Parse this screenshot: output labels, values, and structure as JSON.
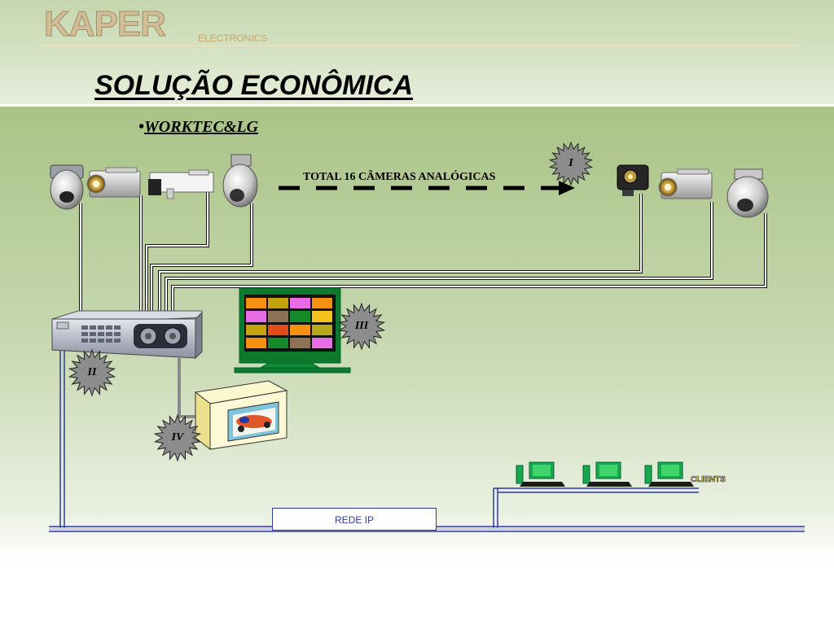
{
  "header": {
    "logo_text": "KAPER",
    "logo_sub": "ELECTRONICS"
  },
  "title": "SOLUÇÃO ECONÔMICA",
  "subtitle": {
    "bullet": "•",
    "text": "WORKTEC&LG"
  },
  "diagram": {
    "cameras_label": "TOTAL 16 CÂMERAS ANALÓGICAS",
    "badges": {
      "i": "I",
      "ii": "II",
      "iii": "III",
      "iv": "IV"
    },
    "network_label": "REDE IP",
    "clients_label": "CLIENTS"
  },
  "colors": {
    "network_blue": "#2d3c9c",
    "wire_light": "#ffffff",
    "wire_dark": "#111111",
    "logo": "#d1bd96"
  }
}
